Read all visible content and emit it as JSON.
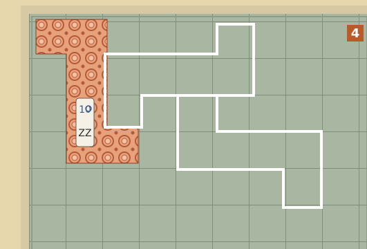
{
  "board": {
    "page_number": "4",
    "grid_columns": 10,
    "grid_rows": 7
  },
  "pieces": [
    {
      "name": "patterned-piece",
      "pattern": "orange-floral",
      "tag": {
        "number": "10",
        "symbol": "ZZ",
        "icon": "button-icon"
      }
    },
    {
      "name": "outlined-piece-upper",
      "style": "white-outline"
    },
    {
      "name": "outlined-piece-lower",
      "style": "white-outline"
    }
  ],
  "colors": {
    "background": "#e7d7ad",
    "board": "#a8b6a2",
    "grid_line": "#6f7f6c",
    "badge": "#b95a2b",
    "outline": "#ffffff",
    "pattern_base": "#e7a27c"
  }
}
